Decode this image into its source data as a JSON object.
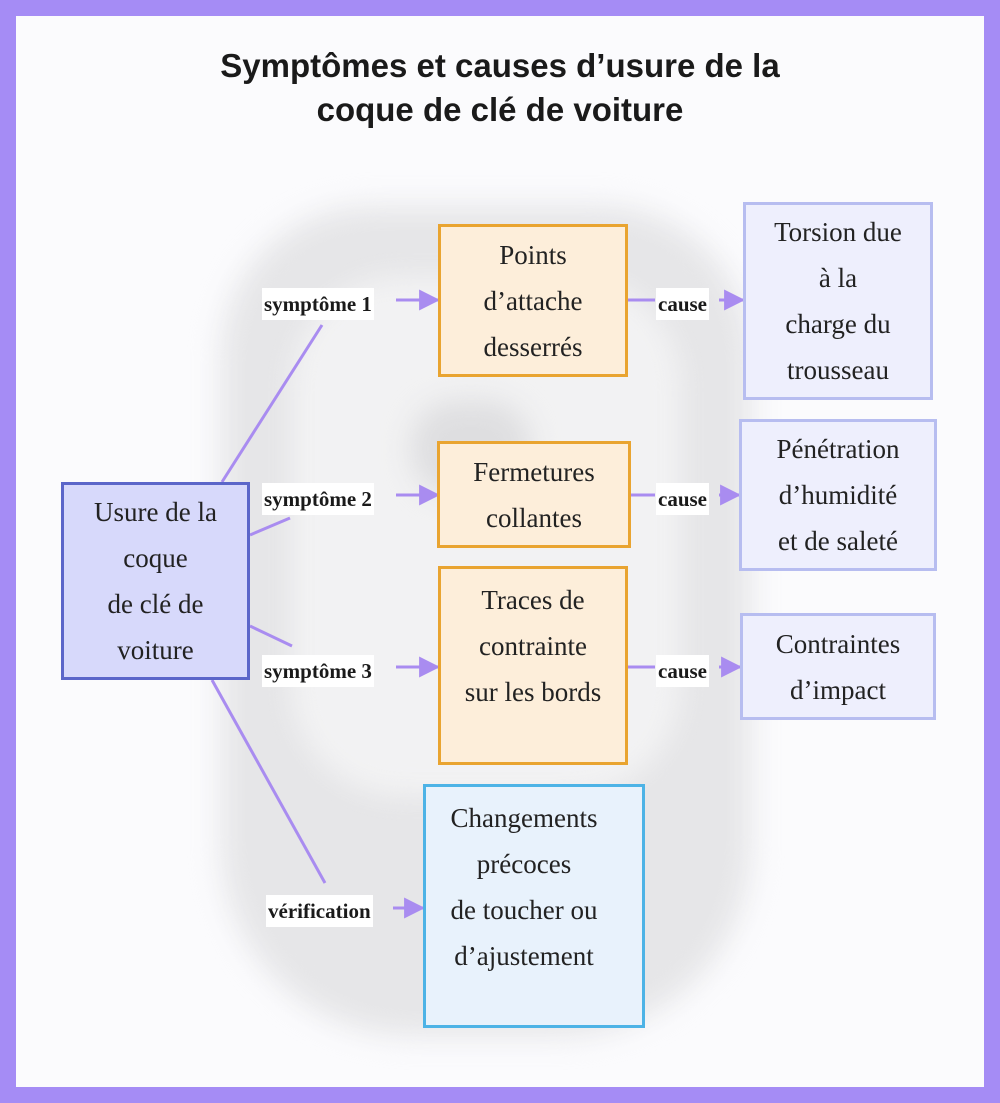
{
  "title": "Symptômes et causes d’usure de la\ncoque de clé de voiture",
  "root": {
    "text": "Usure de la\ncoque\nde clé de\nvoiture"
  },
  "symptoms": [
    {
      "edge": "symptôme 1",
      "text": "Points\nd’attache\ndesserrés",
      "cause_edge": "cause",
      "cause": "Torsion due\nà la\ncharge du\ntrousseau"
    },
    {
      "edge": "symptôme 2",
      "text": "Fermetures\ncollantes",
      "cause_edge": "cause",
      "cause": "Pénétration\nd’humidité\net de saleté"
    },
    {
      "edge": "symptôme 3",
      "text": "Traces de\ncontrainte\nsur les bords",
      "cause_edge": "cause",
      "cause": "Contraintes\nd’impact"
    }
  ],
  "check": {
    "edge": "vérification",
    "text": "Changements\nprécoces\nde toucher ou\nd’ajustement"
  },
  "colors": {
    "border": "#a58cf5",
    "root_fill": "#d7d9fb",
    "root_stroke": "#5b66c9",
    "symptom_fill": "#fdeeda",
    "symptom_stroke": "#e9a430",
    "cause_fill": "#eeeffd",
    "cause_stroke": "#b7bdf0",
    "check_fill": "#e8f2fc",
    "check_stroke": "#4db3e6",
    "connector": "#a98cf0"
  }
}
